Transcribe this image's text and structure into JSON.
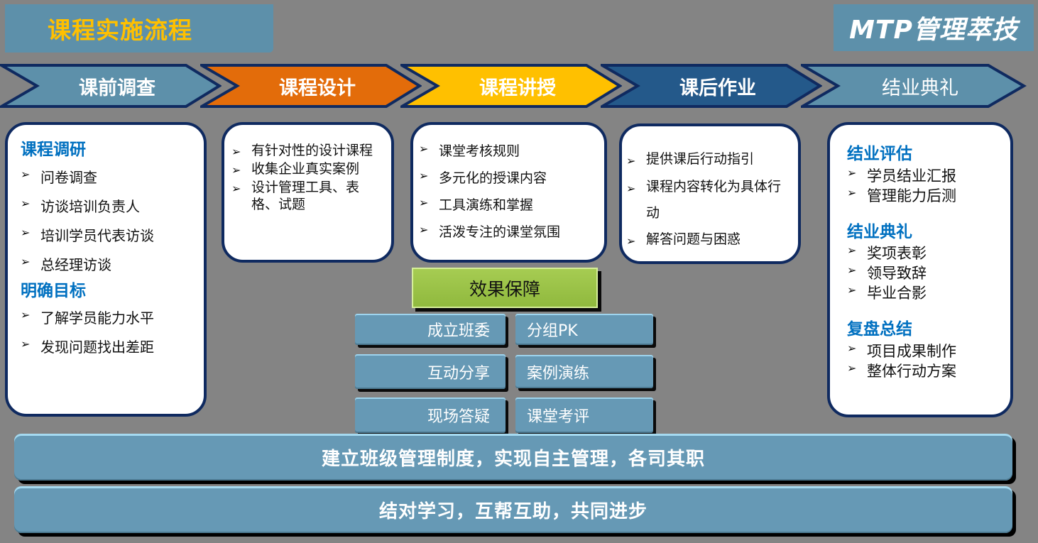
{
  "header": {
    "title": "课程实施流程",
    "brand": "MTP管理萃技",
    "title_color": "#ffc000",
    "box_color": "#5d90aa"
  },
  "steps": [
    {
      "label": "课前调查",
      "color": "#5d90aa"
    },
    {
      "label": "课程设计",
      "color": "#e36c0a"
    },
    {
      "label": "课程讲授",
      "color": "#ffc000"
    },
    {
      "label": "课后作业",
      "color": "#24598a"
    },
    {
      "label": "结业典礼",
      "color": "#5d90aa"
    }
  ],
  "cards": {
    "pre_survey": {
      "sections": [
        {
          "heading": "课程调研",
          "items": [
            "问卷调查",
            "访谈培训负责人",
            "培训学员代表访谈",
            "总经理访谈"
          ]
        },
        {
          "heading": "明确目标",
          "items": [
            "了解学员能力水平",
            "发现问题找出差距"
          ]
        }
      ]
    },
    "design": {
      "items": [
        "有针对性的设计课程",
        "收集企业真实案例",
        "设计管理工具、表格、试题"
      ]
    },
    "teaching": {
      "items": [
        "课堂考核规则",
        "多元化的授课内容",
        "工具演练和掌握",
        "活泼专注的课堂氛围"
      ]
    },
    "homework": {
      "items": [
        "提供课后行动指引",
        "课程内容转化为具体行动",
        "解答问题与困惑"
      ]
    },
    "graduation": {
      "sections": [
        {
          "heading": "结业评估",
          "items": [
            "学员结业汇报",
            "管理能力后测"
          ]
        },
        {
          "heading": "结业典礼",
          "items": [
            "奖项表彰",
            "领导致辞",
            "毕业合影"
          ]
        },
        {
          "heading": "复盘总结",
          "items": [
            "项目成果制作",
            "整体行动方案"
          ]
        }
      ]
    }
  },
  "guarantee": {
    "title": "效果保障",
    "left": [
      "成立班委",
      "互动分享",
      "现场答疑"
    ],
    "right": [
      "分组PK",
      "案例演练",
      "课堂考评"
    ]
  },
  "foundation": [
    "建立班级管理制度，实现自主管理，各司其职",
    "结对学习，互帮互助，共同进步"
  ],
  "icons": {
    "bullet": "➢"
  }
}
